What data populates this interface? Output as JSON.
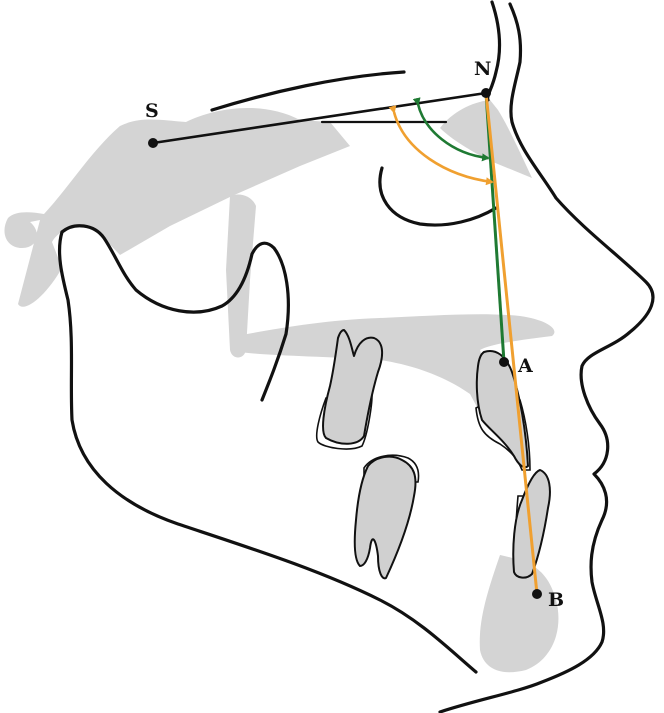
{
  "points": {
    "S": "S",
    "N": "N",
    "A": "A",
    "B": "B"
  },
  "colors": {
    "sna": "#1f7a33",
    "snb": "#f0a030",
    "line": "#111111",
    "bone": "#d4d4d4"
  }
}
